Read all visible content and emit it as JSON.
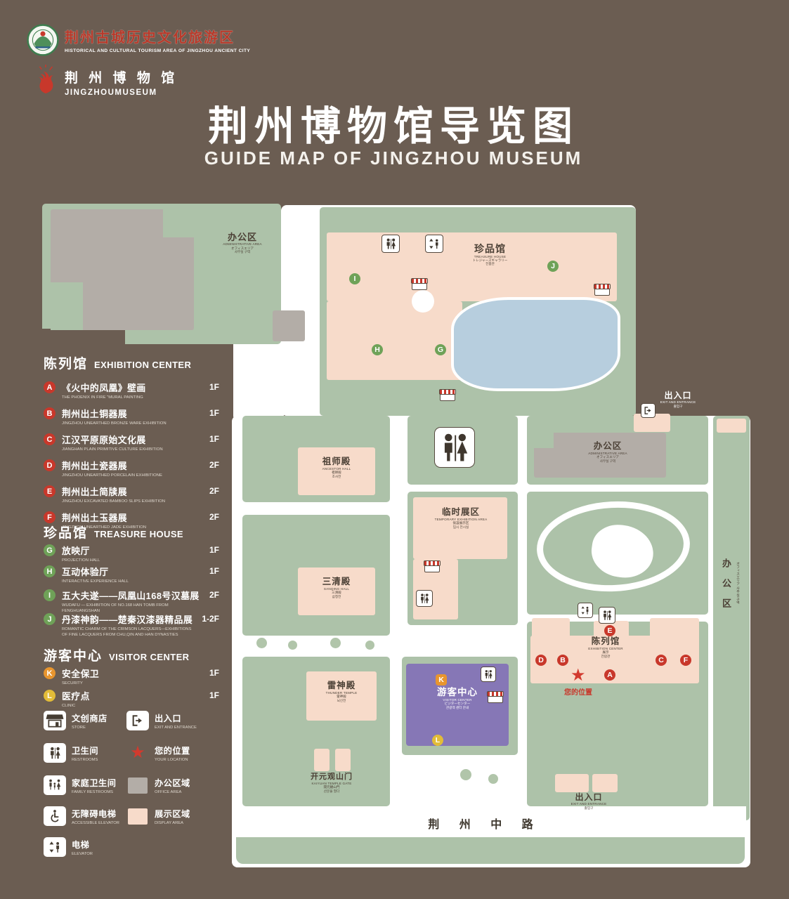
{
  "colors": {
    "background": "#6b5d52",
    "path": "#ffffff",
    "lawn": "#adc2a9",
    "display_area": "#f7dbca",
    "office_area": "#b3ada7",
    "pond": "#b7cede",
    "visitor_center": "#8677b6",
    "accent_red": "#c8382b",
    "marker_green": "#6fa258",
    "marker_orange": "#e8952e",
    "marker_yellow": "#e2bc38"
  },
  "header": {
    "site_logo": {
      "zh": "荆州古城历史文化旅游区",
      "en": "HISTORICAL AND CULTURAL TOURISM AREA OF JINGZHOU ANCIENT CITY"
    },
    "museum_logo": {
      "zh": "荆 州 博 物 馆",
      "en": "JINGZHOUMUSEUM"
    },
    "title": "荆州博物馆导览图",
    "subtitle": "GUIDE MAP OF JINGZHOU MUSEUM"
  },
  "legend": {
    "sections": [
      {
        "zh": "陈列馆",
        "en": "EXHIBITION CENTER",
        "items": [
          {
            "key": "A",
            "zh": "《火中的凤凰》壁画",
            "en": "THE PHOENIX IN FIRE \"MURAL PAINTING",
            "floor": "1F"
          },
          {
            "key": "B",
            "zh": "荆州出土铜器展",
            "en": "JINGZHOU UNEARTHED BRONZE WARE EXHIBITION",
            "floor": "1F"
          },
          {
            "key": "C",
            "zh": "江汉平原原始文化展",
            "en": "JIANGHAN PLAIN PRIMITIVE CULTURE EXHIBITION",
            "floor": "1F"
          },
          {
            "key": "D",
            "zh": "荆州出土瓷器展",
            "en": "JINGZHOU UNEARTHED PORCELAIN EXHIBITIONE",
            "floor": "2F"
          },
          {
            "key": "E",
            "zh": "荆州出土简牍展",
            "en": "JINGZHOU EXCAVATED BAMBOO SLIPS EXHIBITION",
            "floor": "2F"
          },
          {
            "key": "F",
            "zh": "荆州出土玉器展",
            "en": "JINGZHOU UNEARTHED JADE EXHIBITION",
            "floor": "2F"
          }
        ]
      },
      {
        "zh": "珍品馆",
        "en": "TREASURE HOUSE",
        "items": [
          {
            "key": "G",
            "zh": "放映厅",
            "en": "PROJECTION HALL",
            "floor": "1F"
          },
          {
            "key": "H",
            "zh": "互动体验厅",
            "en": "INTERACTIVE EXPERIENCE HALL",
            "floor": "1F"
          },
          {
            "key": "I",
            "zh": "五大夫遂——凤凰山168号汉墓展",
            "en": "WUDAFU — EXHIBITION OF NO.168 HAN TOMB FROM FENGHUANGSHAN",
            "floor": "2F"
          },
          {
            "key": "J",
            "zh": "丹漆神韵——楚秦汉漆器精品展",
            "en": "ROMANTIC CHARM OF THE CRIMSON LACQUERS—EXHIBITIONS OF FINE LACQUERS FROM CHU,QIN AND HAN DYNASTIES",
            "floor": "1-2F"
          }
        ]
      },
      {
        "zh": "游客中心",
        "en": "VISITOR CENTER",
        "items": [
          {
            "key": "K",
            "zh": "安全保卫",
            "en": "SECURITY",
            "floor": "1F"
          },
          {
            "key": "L",
            "zh": "医疗点",
            "en": "CLINIC",
            "floor": "1F"
          }
        ]
      }
    ],
    "symbols": [
      {
        "zh": "文创商店",
        "en": "STORE"
      },
      {
        "zh": "出入口",
        "en": "EXIT AND ENTRANCE"
      },
      {
        "zh": "卫生间",
        "en": "RESTROOMS"
      },
      {
        "zh": "您的位置",
        "en": "YOUR LOCATION"
      },
      {
        "zh": "家庭卫生间",
        "en": "FAMILY RESTROOMS"
      },
      {
        "zh": "办公区域",
        "en": "OFFICE AREA"
      },
      {
        "zh": "无障碍电梯",
        "en": "ACCESSIBLE ELEVATOR"
      },
      {
        "zh": "展示区域",
        "en": "DISPLAY AREA"
      },
      {
        "zh": "电梯",
        "en": "ELEVATOR"
      }
    ]
  },
  "map": {
    "admin_nw": {
      "zh": "办公区",
      "en": "ADMINISTRATIVE AREA",
      "sub": "オフィスエリア",
      "sub2": "사무실 구역"
    },
    "treasure": {
      "zh": "珍品馆",
      "en": "TREASURE HOUSE",
      "sub": "トレジャーズギャラリー",
      "sub2": "진품관"
    },
    "exit_ne": {
      "zh": "出入口",
      "en": "EXIT AND ENTRANCE",
      "sub": "出入口",
      "sub2": "출입구"
    },
    "admin_e": {
      "zh": "办公区",
      "en": "ADMINISTRATIVE AREA",
      "sub": "オフィスエリア",
      "sub2": "사무실 구역"
    },
    "ancestor": {
      "zh": "祖师殿",
      "en": "ANCESTOR HALL",
      "sub": "祖師殿",
      "sub2": "조사전"
    },
    "temporary": {
      "zh": "临时展区",
      "en": "TEMPORARY EXHIBITION AREA",
      "sub": "仮設展示区",
      "sub2": "임시 전시실"
    },
    "sanqing": {
      "zh": "三清殿",
      "en": "SANQING HALL",
      "sub": "三清殿",
      "sub2": "삼청전"
    },
    "thunder": {
      "zh": "雷神殿",
      "en": "THUNDER TEMPLE",
      "sub": "雷神殿",
      "sub2": "뇌신전"
    },
    "visitor": {
      "zh": "游客中心",
      "en": "VISITOR CENTER",
      "sub": "ビジターセンター",
      "sub2": "관광객 센터 안내"
    },
    "exhibition": {
      "zh": "陈列馆",
      "en": "EXHIBITION CENTER",
      "sub": "展示",
      "sub2": "전람관"
    },
    "your_location": {
      "zh": "您的位置"
    },
    "gate": {
      "zh": "开元观山门",
      "en": "KAIYUAN TEMPLE GATE",
      "sub": "開元観山門",
      "sub2": "산문을 열다"
    },
    "exit_s": {
      "zh": "出入口",
      "en": "EXIT AND ENTRANCE",
      "sub": "出入口",
      "sub2": "출입구"
    },
    "road": "荆 州 中 路",
    "office_strip": {
      "zh": "办 公 区",
      "sub": "オフィスエリア 사무실 구역"
    },
    "markers": {
      "treasure": [
        "I",
        "J",
        "H",
        "G"
      ],
      "exhibition": [
        "E",
        "D",
        "B",
        "A",
        "C",
        "F"
      ],
      "visitor": [
        "K",
        "L"
      ]
    }
  }
}
